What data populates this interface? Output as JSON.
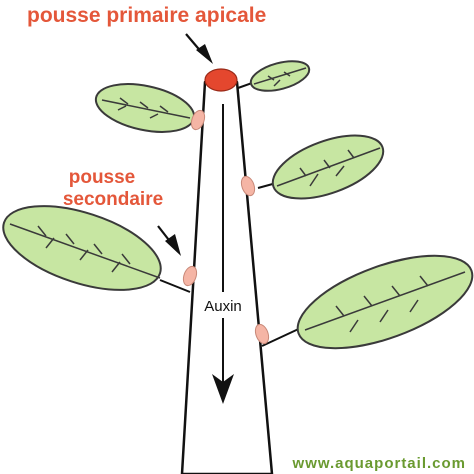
{
  "labels": {
    "apical_shoot": "pousse primaire apicale",
    "secondary_shoot_line1": "pousse",
    "secondary_shoot_line2": "secondaire",
    "hormone": "Auxin",
    "watermark": "www.aquaportail.com"
  },
  "colors": {
    "leaf_fill": "#c7e6a2",
    "leaf_stroke": "#3a3a3a",
    "bud_fill": "#f5b5a5",
    "apical_bud": "#e4472e",
    "label_red": "#e4573a",
    "stem_fill": "#ffffff",
    "outline": "#111111",
    "watermark": "#6a9a30"
  },
  "icons": [
    "arrow-down-icon",
    "leaf-icon",
    "bud-icon"
  ]
}
